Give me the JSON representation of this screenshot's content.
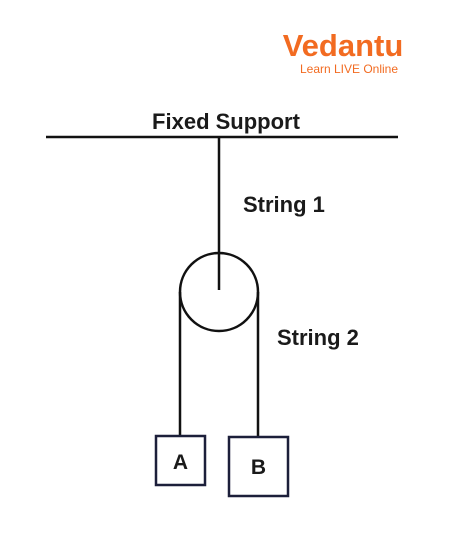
{
  "logo": {
    "brand": "Vedantu",
    "tagline": "Learn LIVE Online",
    "color": "#f26b21"
  },
  "labels": {
    "support": "Fixed Support",
    "string1": "String 1",
    "string2": "String 2",
    "block_a": "A",
    "block_b": "B"
  },
  "colors": {
    "stroke": "#111111",
    "block_border": "#1c1f3a"
  }
}
